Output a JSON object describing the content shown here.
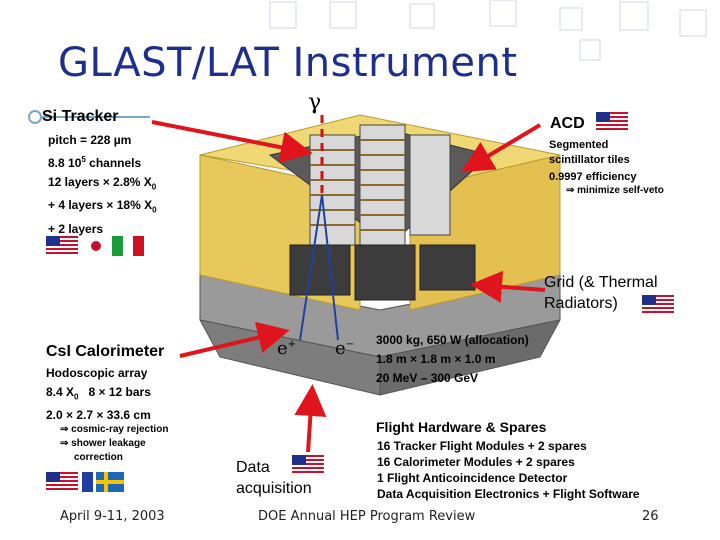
{
  "slide": {
    "title": "GLAST/LAT Instrument",
    "gamma": "γ",
    "tracker": {
      "heading": "Si Tracker",
      "lines": [
        "pitch = 228 µm",
        "8.8 10",
        "12 layers × 2.8% X",
        "+ 4 layers × 18% X",
        "+ 2 layers"
      ],
      "sup": "5",
      "line2_tail": " channels",
      "sub": "0"
    },
    "acd": {
      "heading": "ACD",
      "lines": [
        "Segmented",
        "scintillator tiles",
        "0.9997 efficiency"
      ],
      "note": "⇒ minimize self-veto"
    },
    "grid": {
      "lines": [
        "Grid (& Thermal",
        "Radiators)"
      ]
    },
    "calorimeter": {
      "heading": "CsI Calorimeter",
      "lines": [
        "Hodoscopic array",
        "8.4 X",
        "2.0 × 2.7 × 33.6 cm"
      ],
      "line2_tail": "   8 × 12 bars",
      "sub": "0",
      "notes": [
        "⇒ cosmic-ray rejection",
        "⇒ shower leakage",
        "correction"
      ]
    },
    "particles": {
      "eplus": "e",
      "eplus_sup": "+",
      "eminus": "e",
      "eminus_sup": "−"
    },
    "specs": [
      "3000 kg, 650 W (allocation)",
      "1.8 m × 1.8 m × 1.0 m",
      "20 MeV – 300 GeV"
    ],
    "daq": {
      "lines": [
        "Data",
        "acquisition"
      ]
    },
    "flight": {
      "heading": "Flight Hardware & Spares",
      "lines": [
        "16 Tracker Flight Modules + 2 spares",
        "16 Calorimeter Modules + 2 spares",
        "1 Flight Anticoincidence Detector",
        "Data Acquisition Electronics + Flight Software"
      ]
    },
    "footer": {
      "date": "April 9-11, 2003",
      "event": "DOE Annual HEP Program Review",
      "page": "26"
    },
    "colors": {
      "title": "#1e2e8c",
      "arrow": "#e0141c",
      "tray": "#e8c85a",
      "rule": "#7aa6c8"
    }
  }
}
